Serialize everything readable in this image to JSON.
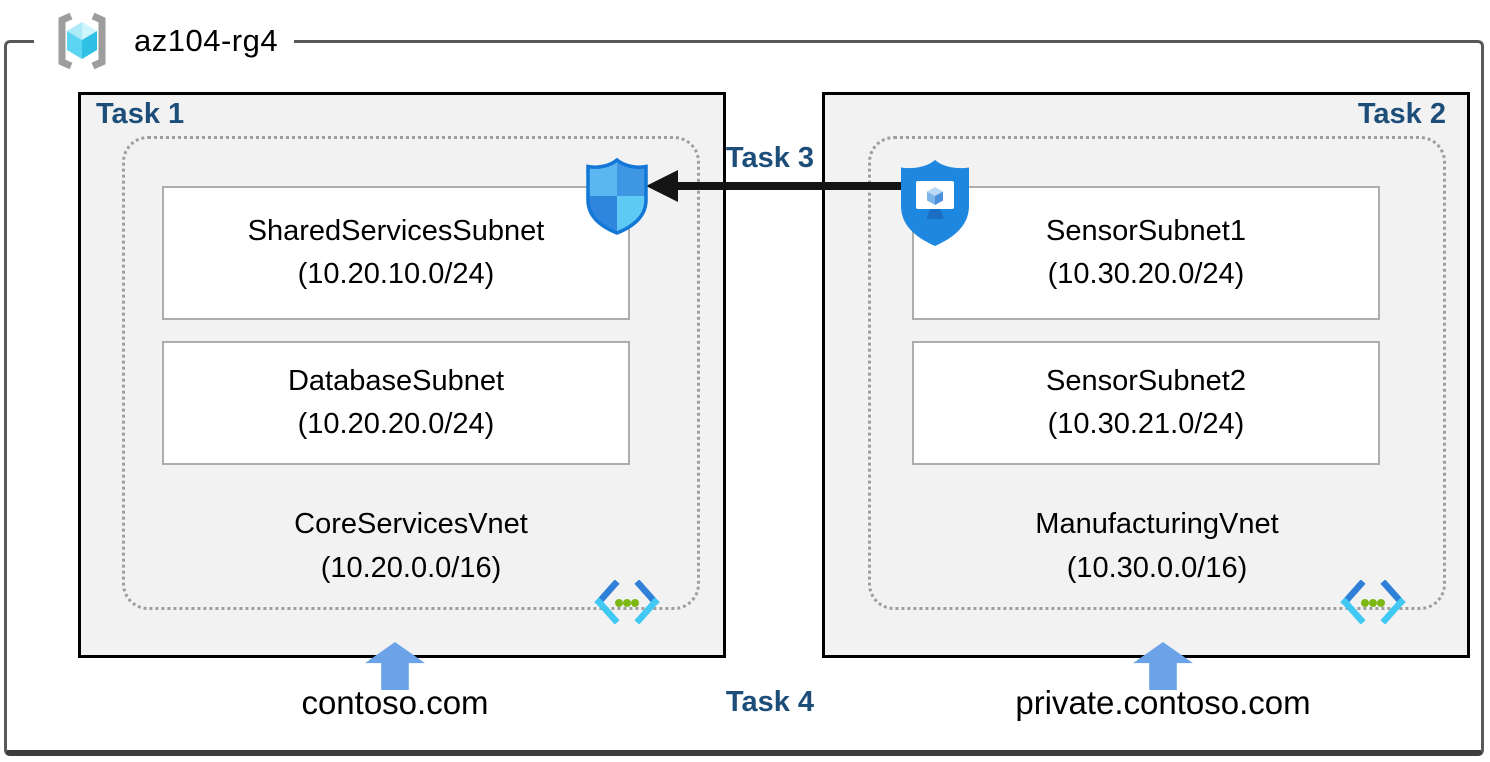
{
  "resource_group": {
    "name": "az104-rg4",
    "icon": "resource-group-brackets-cube"
  },
  "tasks": {
    "task1": "Task 1",
    "task2": "Task 2",
    "task3": "Task 3",
    "task4": "Task 4"
  },
  "left": {
    "task": "Task 1",
    "vnet_name": "CoreServicesVnet",
    "vnet_cidr": "(10.20.0.0/16)",
    "subnets": [
      {
        "name": "SharedServicesSubnet",
        "cidr": "(10.20.10.0/24)"
      },
      {
        "name": "DatabaseSubnet",
        "cidr": "(10.20.20.0/24)"
      }
    ],
    "dns_label": "contoso.com"
  },
  "right": {
    "task": "Task 2",
    "vnet_name": "ManufacturingVnet",
    "vnet_cidr": "(10.30.0.0/16)",
    "subnets": [
      {
        "name": "SensorSubnet1",
        "cidr": "(10.30.20.0/24)"
      },
      {
        "name": "SensorSubnet2",
        "cidr": "(10.30.21.0/24)"
      }
    ],
    "dns_label": "private.contoso.com"
  },
  "icons": {
    "nsg_shield": "network-security-group-shield",
    "bastion_shield": "shield-with-monitor",
    "virtual_network": "angle-brackets-with-green-dots",
    "peering_arrow": "black-arrow-pointing-left",
    "dns_arrow": "blue-block-arrow-up"
  },
  "colors": {
    "task_label": "#1D4E79",
    "frame_border": "#595959",
    "box_fill": "#F2F2F2",
    "box_border": "#000000",
    "subnet_border": "#ADADAD",
    "vnet_dotted": "#9E9E9E",
    "dns_arrow_blue": "#6BA2E8",
    "peer_arrow_black": "#141414",
    "shield_blue": "#1E87E0",
    "vnet_dot_green": "#7DB713",
    "cube_cyan": "#2FC0E6"
  }
}
